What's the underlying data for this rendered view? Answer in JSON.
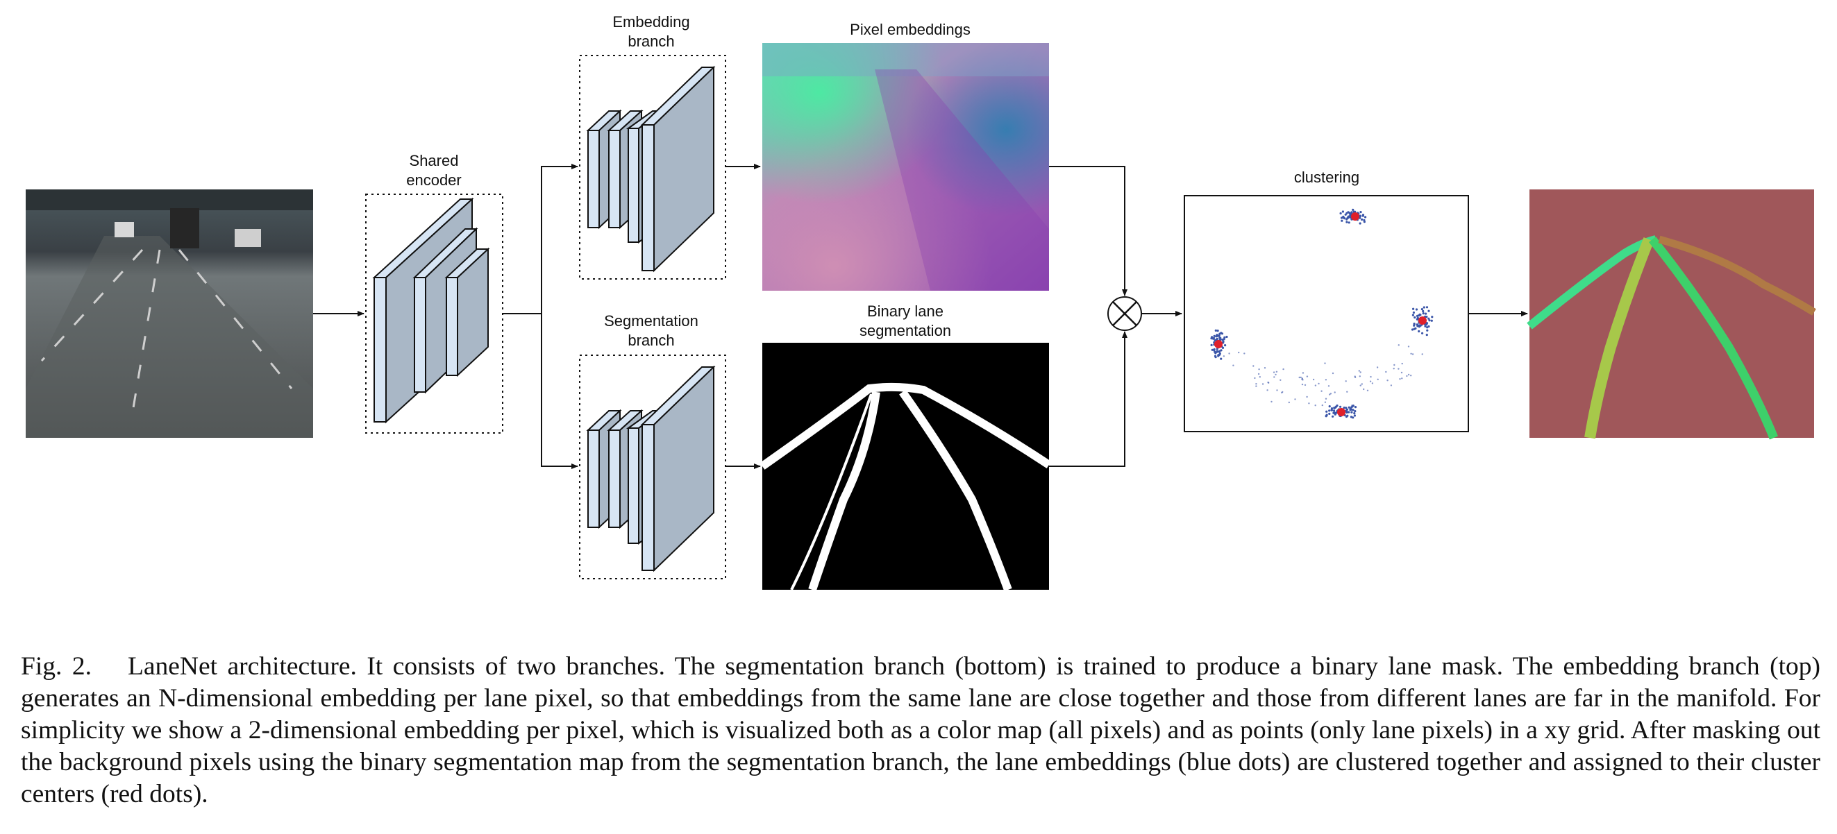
{
  "labels": {
    "shared_encoder": [
      "Shared",
      "encoder"
    ],
    "embedding_branch": [
      "Embedding",
      "branch"
    ],
    "segmentation_branch": [
      "Segmentation",
      "branch"
    ],
    "pixel_embeddings": "Pixel embeddings",
    "binary_lane_segmentation": [
      "Binary lane",
      "segmentation"
    ],
    "clustering": "clustering"
  },
  "caption": "Fig. 2.  LaneNet architecture. It consists of two branches. The segmentation branch (bottom) is trained to produce a binary lane mask. The embedding branch (top) generates an N-dimensional embedding per lane pixel, so that embeddings from the same lane are close together and those from different lanes are far in the manifold. For simplicity we show a 2-dimensional embedding per pixel, which is visualized both as a color map (all pixels) and as points (only lane pixels) in a xy grid. After masking out the background pixels using the binary segmentation map from the segmentation branch, the lane embeddings (blue dots) are clustered together and assigned to their cluster centers (red dots).",
  "colors": {
    "block_front": "#a9b7c6",
    "block_side": "#d7e5f4",
    "cluster_point": "#3a55a8",
    "cluster_center": "#e0202a",
    "output_background": "#a0575a"
  }
}
